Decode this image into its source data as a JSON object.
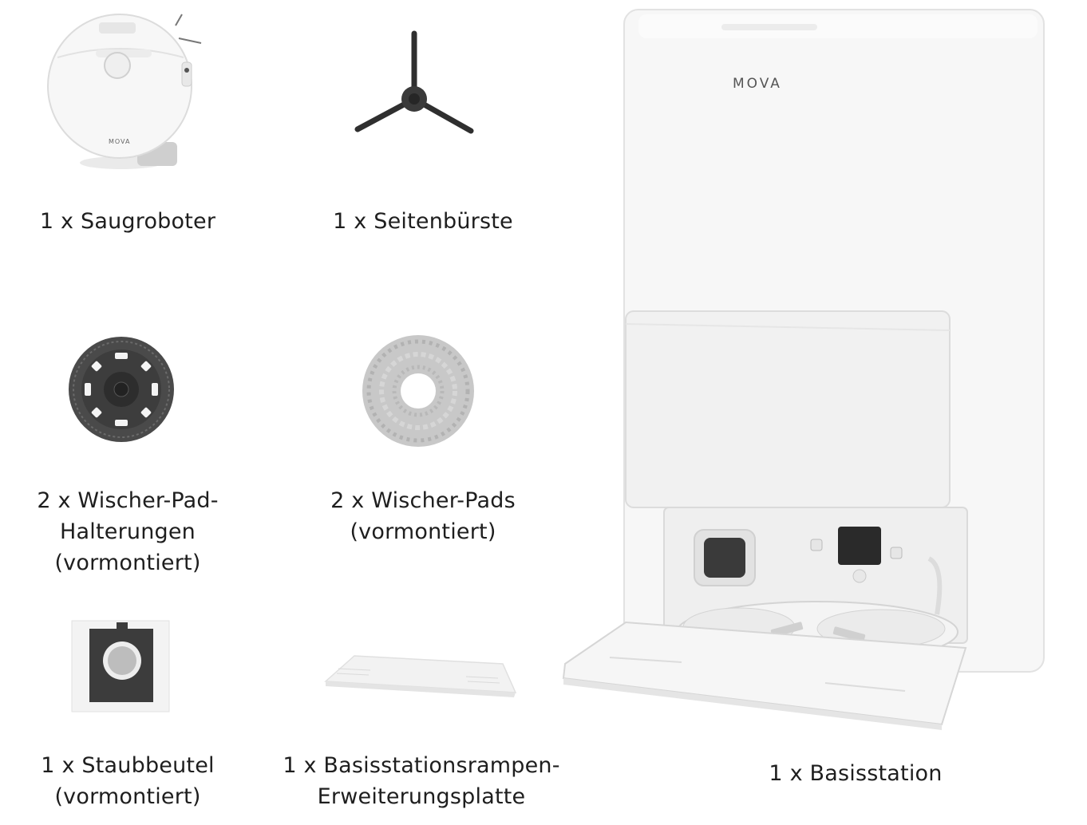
{
  "brand": {
    "logo_text": "MOVA"
  },
  "items": {
    "robot": {
      "lines": [
        "1 x Saugroboter"
      ],
      "icon": "robot-vacuum-icon"
    },
    "side_brush": {
      "lines": [
        "1 x Seitenbürste"
      ],
      "icon": "side-brush-icon"
    },
    "pad_holder": {
      "lines": [
        "2 x Wischer-Pad-",
        "Halterungen",
        "(vormontiert)"
      ],
      "icon": "mop-pad-holder-icon"
    },
    "mop_pads": {
      "lines": [
        "2 x Wischer-Pads",
        "(vormontiert)"
      ],
      "icon": "mop-pad-icon"
    },
    "dust_bag": {
      "lines": [
        "1 x Staubbeutel",
        "(vormontiert)"
      ],
      "icon": "dust-bag-icon"
    },
    "ramp_plate": {
      "lines": [
        "1 x Basisstationsrampen-",
        "Erweiterungsplatte"
      ],
      "icon": "ramp-extension-plate-icon"
    },
    "base_station": {
      "lines": [
        "1 x Basisstation"
      ],
      "icon": "base-station-icon"
    }
  },
  "colors": {
    "product_white": "#f6f6f6",
    "outline": "#d8d8d8",
    "dark_part": "#3a3a3a",
    "text": "#1e1e1e"
  }
}
